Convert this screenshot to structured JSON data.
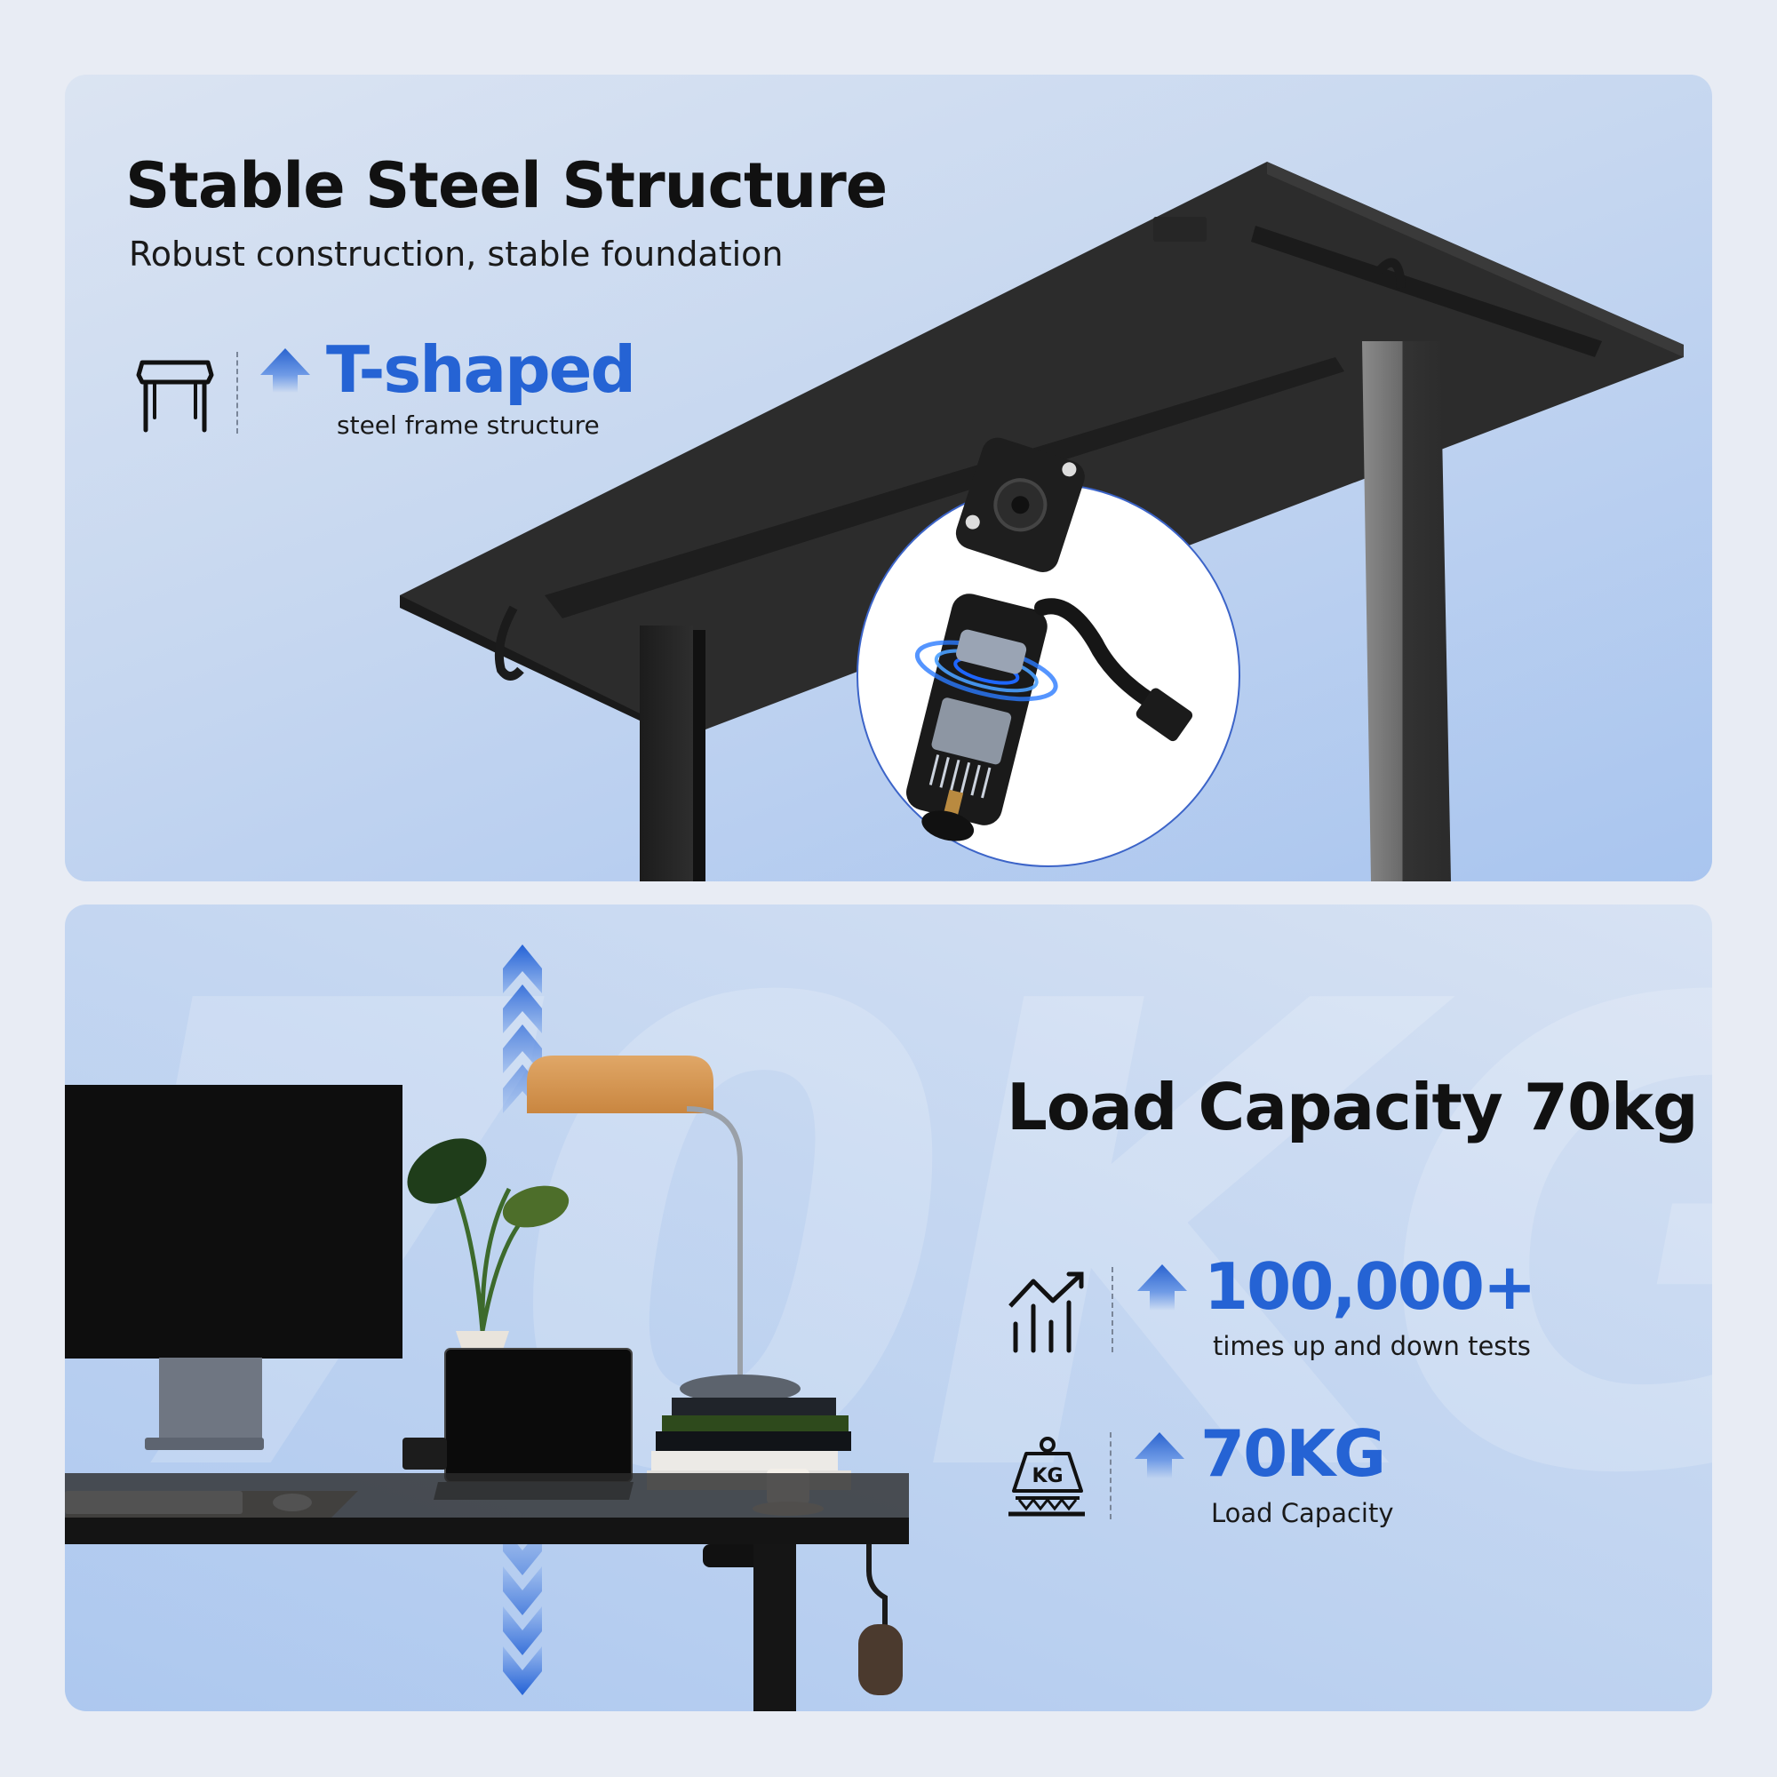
{
  "top_section": {
    "title": "Stable Steel Structure",
    "subtitle": "Robust construction, stable foundation",
    "feature": {
      "icon": "desk-icon",
      "value": "T-shaped",
      "label": "steel frame structure"
    },
    "illustration": {
      "subject": "standing-desk-underside",
      "inset": "motor-cutaway"
    }
  },
  "bottom_section": {
    "title": "Load Capacity 70kg",
    "watermark": "70KG",
    "features": [
      {
        "icon": "trend-chart-icon",
        "value": "100,000+",
        "label": "times up and down tests"
      },
      {
        "icon": "kg-weight-icon",
        "value": "70KG",
        "label": "Load Capacity"
      }
    ],
    "illustration": {
      "subject": "desk-setup",
      "height_arrows": "up-down-chevrons"
    }
  },
  "colors": {
    "accent": "#2563d4",
    "page_bg": "#e8ecf4",
    "panel_light": "#dbe4f2",
    "panel_dark": "#a9c5ef",
    "text": "#111111"
  }
}
